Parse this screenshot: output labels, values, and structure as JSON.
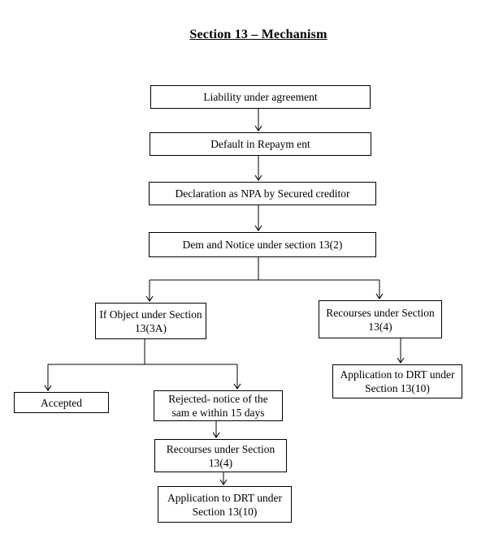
{
  "title": "Section 13 – Mechanism",
  "colors": {
    "ink": "#000000",
    "paper": "#ffffff"
  },
  "nodes": {
    "liability": {
      "lines": [
        "Liability under agreement"
      ]
    },
    "default": {
      "lines": [
        "Default in Repaym ent"
      ]
    },
    "npa": {
      "lines": [
        "Declaration as NPA by Secured creditor"
      ]
    },
    "demand": {
      "lines": [
        "Dem and Notice under section 13(2)"
      ]
    },
    "object": {
      "lines": [
        "If Object under Section",
        "13(3A)"
      ]
    },
    "recourses_right": {
      "lines": [
        "Recourses under Section",
        "13(4)"
      ]
    },
    "drt_right": {
      "lines": [
        "Application to DRT under",
        "Section 13(10)"
      ]
    },
    "accepted": {
      "lines": [
        "Accepted"
      ]
    },
    "rejected": {
      "lines": [
        "Rejected- notice of the",
        "sam e within 15 days"
      ]
    },
    "recourses_left": {
      "lines": [
        "Recourses under Section",
        "13(4)"
      ]
    },
    "drt_left": {
      "lines": [
        "Application to DRT under",
        "Section 13(10)"
      ]
    }
  },
  "edges": [
    {
      "from": "liability",
      "to": "default"
    },
    {
      "from": "default",
      "to": "npa"
    },
    {
      "from": "npa",
      "to": "demand"
    },
    {
      "from": "demand",
      "to": "object"
    },
    {
      "from": "demand",
      "to": "recourses_right"
    },
    {
      "from": "recourses_right",
      "to": "drt_right"
    },
    {
      "from": "object",
      "to": "accepted"
    },
    {
      "from": "object",
      "to": "rejected"
    },
    {
      "from": "rejected",
      "to": "recourses_left"
    },
    {
      "from": "recourses_left",
      "to": "drt_left"
    }
  ]
}
